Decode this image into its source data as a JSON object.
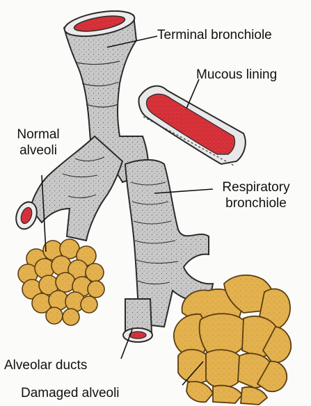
{
  "labels": {
    "terminal_bronchiole": "Terminal bronchiole",
    "mucous_lining": "Mucous lining",
    "normal_alveoli_line1": "Normal",
    "normal_alveoli_line2": "alveoli",
    "respiratory_line1": "Respiratory",
    "respiratory_line2": "bronchiole",
    "alveolar_ducts": "Alveolar ducts",
    "damaged_alveoli": "Damaged alveoli"
  },
  "colors": {
    "background": "#fbfbf9",
    "airway_tissue": "#c9c9c9",
    "airway_outline": "#2a2a2a",
    "lumen_red": "#d8323a",
    "alveoli_yellow": "#e3b14e",
    "alveoli_outline": "#5a3c12"
  }
}
